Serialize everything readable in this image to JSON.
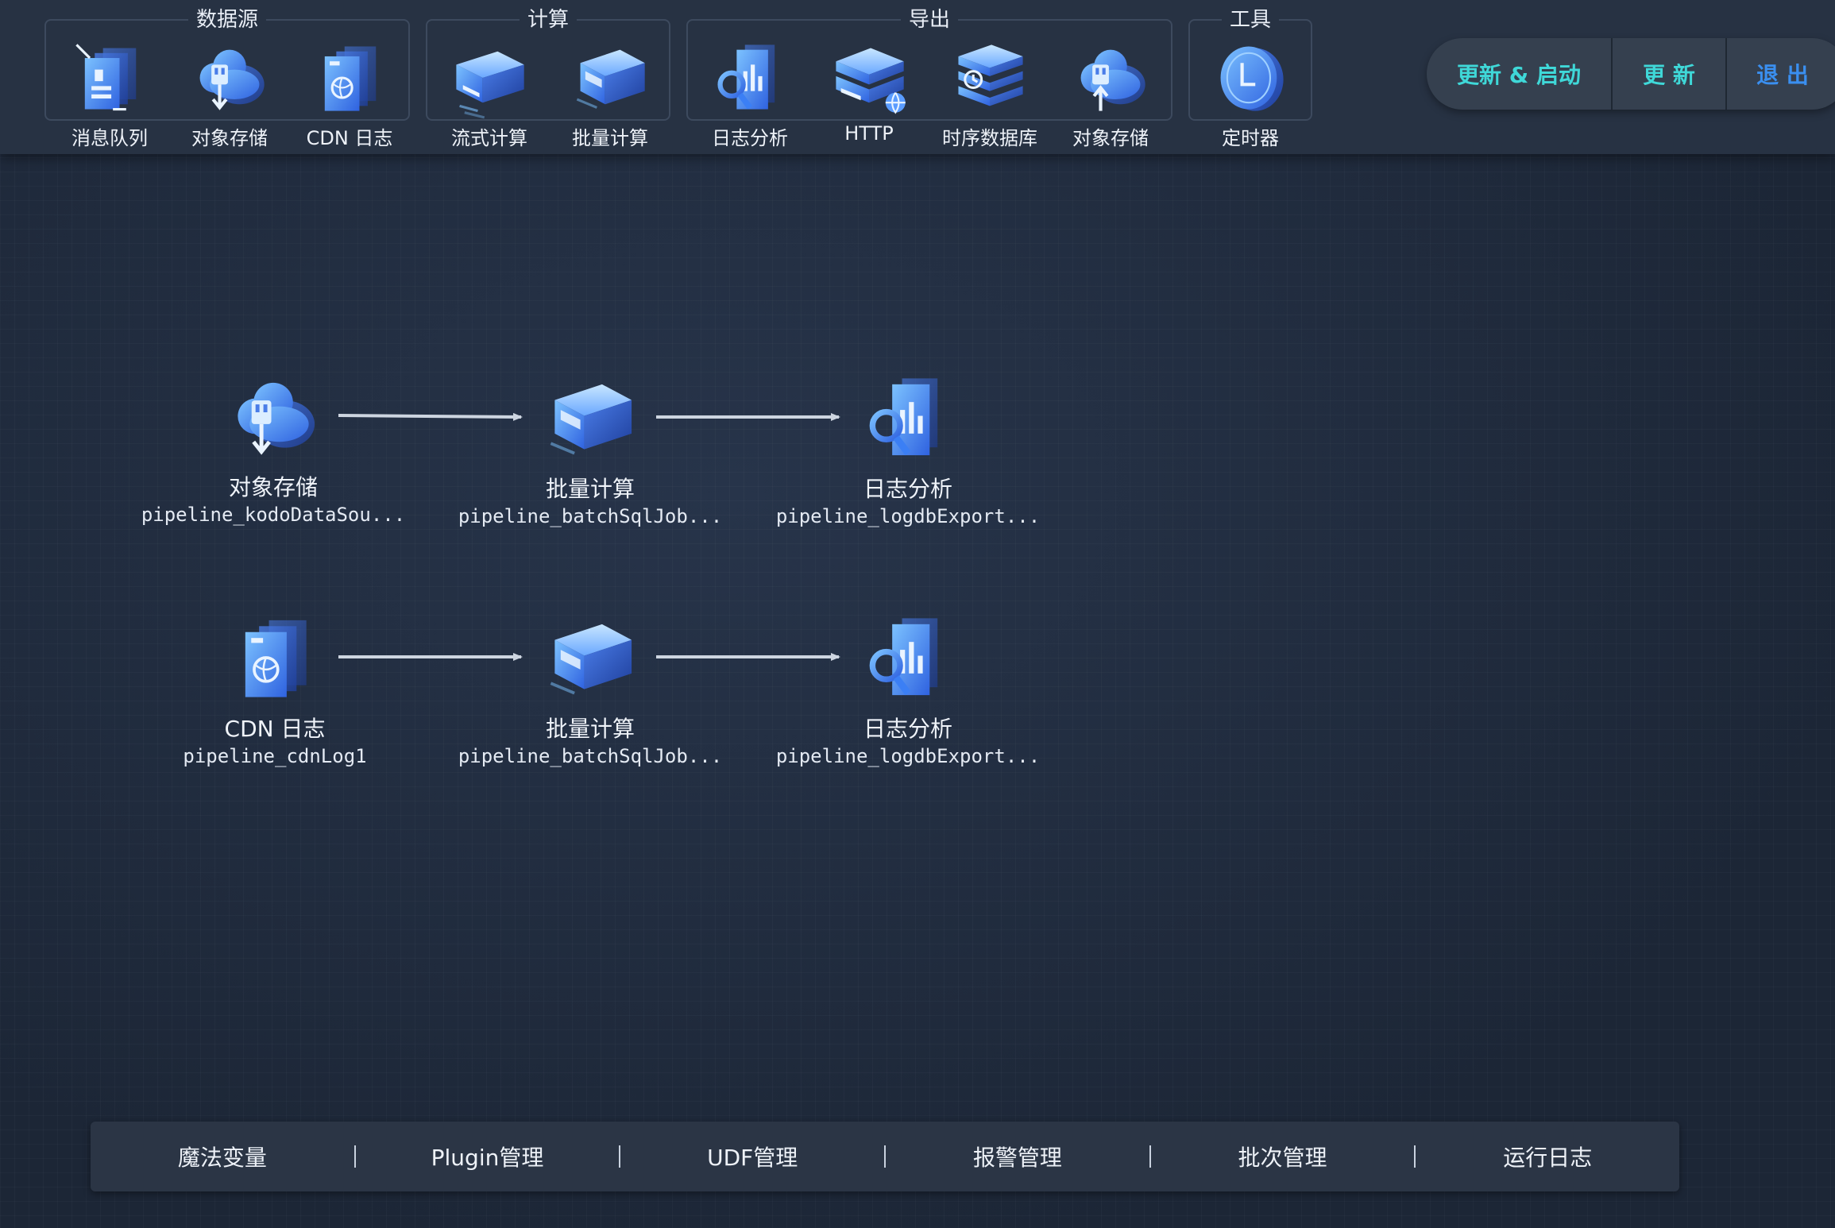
{
  "toolbar": {
    "groups": [
      {
        "title": "数据源",
        "tools": [
          {
            "label": "消息队列",
            "icon": "message-queue-icon"
          },
          {
            "label": "对象存储",
            "icon": "cloud-storage-icon"
          },
          {
            "label": "CDN 日志",
            "icon": "cdn-log-icon"
          }
        ]
      },
      {
        "title": "计算",
        "tools": [
          {
            "label": "流式计算",
            "icon": "stream-compute-icon"
          },
          {
            "label": "批量计算",
            "icon": "batch-compute-icon"
          }
        ]
      },
      {
        "title": "导出",
        "tools": [
          {
            "label": "日志分析",
            "icon": "log-analysis-icon"
          },
          {
            "label": "HTTP",
            "icon": "http-icon"
          },
          {
            "label": "时序数据库",
            "icon": "tsdb-icon"
          },
          {
            "label": "对象存储",
            "icon": "cloud-upload-icon"
          }
        ]
      },
      {
        "title": "工具",
        "tools": [
          {
            "label": "定时器",
            "icon": "timer-icon"
          }
        ]
      }
    ]
  },
  "actions": {
    "update_start": "更新 & 启动",
    "update": "更 新",
    "exit": "退 出"
  },
  "pipelines": [
    {
      "nodes": [
        {
          "type": "对象存储",
          "name": "pipeline_kodoDataSou...",
          "icon": "cloud-storage-icon"
        },
        {
          "type": "批量计算",
          "name": "pipeline_batchSqlJob...",
          "icon": "batch-compute-icon"
        },
        {
          "type": "日志分析",
          "name": "pipeline_logdbExport...",
          "icon": "log-analysis-icon"
        }
      ]
    },
    {
      "nodes": [
        {
          "type": "CDN 日志",
          "name": "pipeline_cdnLog1",
          "icon": "cdn-log-icon"
        },
        {
          "type": "批量计算",
          "name": "pipeline_batchSqlJob...",
          "icon": "batch-compute-icon"
        },
        {
          "type": "日志分析",
          "name": "pipeline_logdbExport...",
          "icon": "log-analysis-icon"
        }
      ]
    }
  ],
  "bottom_bar": {
    "items": [
      "魔法变量",
      "Plugin管理",
      "UDF管理",
      "报警管理",
      "批次管理",
      "运行日志"
    ]
  },
  "colors": {
    "accent_teal": "#3fd8d8",
    "accent_blue": "#3a8ff0",
    "icon_blue": "#3b7ff5"
  }
}
